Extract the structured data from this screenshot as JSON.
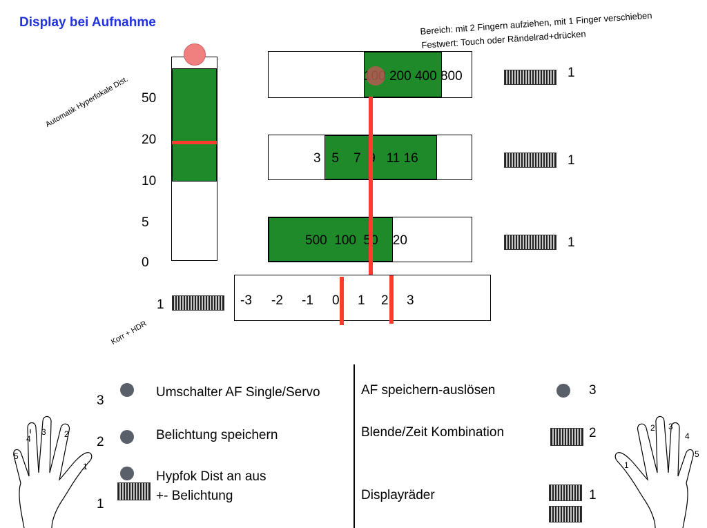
{
  "title": "Display bei Aufnahme",
  "hints": {
    "line1": "Bereich: mit 2 Fingern aufziehen, mit 1 Finger verschieben",
    "line2": "Festwert: Touch oder Rändelrad+drücken"
  },
  "left_scale": {
    "rotated_label": "Automatik Hyperfokale Dist.",
    "ticks": [
      "50",
      "20",
      "10",
      "5",
      "0"
    ]
  },
  "rows": [
    {
      "values": "100 200 400 800",
      "wheel_count": "1"
    },
    {
      "values": "3   5    7  9   11 16",
      "wheel_count": "1"
    },
    {
      "values": "500  100  50    20",
      "wheel_count": "1"
    }
  ],
  "korr": {
    "rotated_label": "Korr + HDR",
    "wheel_count": "1",
    "ticks": [
      "-3",
      "-2",
      "-1",
      "0",
      "1",
      "2",
      "3"
    ]
  },
  "legend_left": [
    {
      "count": "3",
      "text": "Umschalter AF Single/Servo",
      "control": "button"
    },
    {
      "count": "2",
      "text": "Belichtung speichern",
      "control": "button"
    },
    {
      "count": "1",
      "text": "Hypfok Dist an aus",
      "text2": "+- Belichtung",
      "control": "button+wheel"
    }
  ],
  "legend_right": [
    {
      "count": "3",
      "text": "AF speichern-auslösen",
      "control": "button"
    },
    {
      "count": "2",
      "text": "Blende/Zeit Kombination",
      "control": "wheel"
    },
    {
      "count": "1",
      "text": "Displayräder",
      "control": "two-wheels"
    }
  ],
  "hand_left": {
    "fingers": [
      "1",
      "2",
      "3",
      "4",
      "5"
    ]
  },
  "hand_right": {
    "fingers": [
      "1",
      "2",
      "3",
      "4",
      "5"
    ]
  },
  "colors": {
    "title": "#2233dd",
    "green": "#1f8a2a",
    "red": "#ff3b30",
    "button": "#59606a"
  }
}
